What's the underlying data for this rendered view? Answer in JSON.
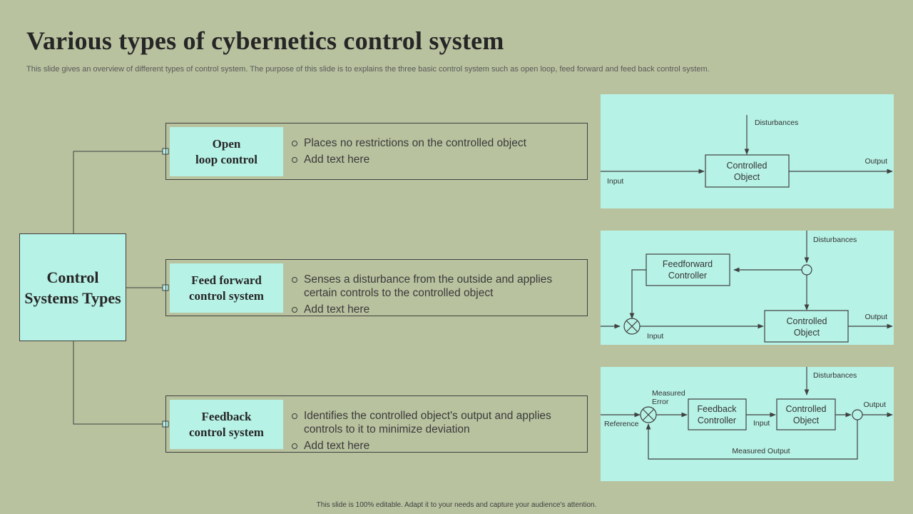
{
  "header": {
    "title": "Various types of cybernetics control system",
    "subtitle": "This slide gives an overview of different types of control system. The purpose of this slide is to explains the three basic control system such as open loop, feed forward and feed back control system."
  },
  "root": {
    "label": "Control Systems Types"
  },
  "systems": [
    {
      "title": "Open\nloop control",
      "points": [
        "Places no restrictions on the controlled object",
        "Add text here"
      ]
    },
    {
      "title": "Feed forward\ncontrol system",
      "points": [
        "Senses a disturbance from the outside and applies certain controls to the controlled object",
        "Add text here"
      ]
    },
    {
      "title": "Feedback\ncontrol system",
      "points": [
        "Identifies the controlled object's output and applies controls to it to minimize deviation",
        "Add text here"
      ]
    }
  ],
  "diagrams": {
    "open_loop": {
      "disturbances": "Disturbances",
      "object_line1": "Controlled",
      "object_line2": "Object",
      "input": "Input",
      "output": "Output"
    },
    "feed_forward": {
      "disturbances": "Disturbances",
      "controller_line1": "Feedforward",
      "controller_line2": "Controller",
      "object_line1": "Controlled",
      "object_line2": "Object",
      "input": "Input",
      "output": "Output"
    },
    "feedback": {
      "disturbances": "Disturbances",
      "measured_error_line1": "Measured",
      "measured_error_line2": "Error",
      "reference": "Reference",
      "controller_line1": "Feedback",
      "controller_line2": "Controller",
      "input": "Input",
      "object_line1": "Controlled",
      "object_line2": "Object",
      "output": "Output",
      "measured_output": "Measured Output"
    }
  },
  "footer": {
    "text": "This slide is 100% editable. Adapt it to your needs and capture your audience's attention."
  },
  "colors": {
    "background": "#b8c29f",
    "accent": "#b7f2e6",
    "line": "#404040"
  }
}
